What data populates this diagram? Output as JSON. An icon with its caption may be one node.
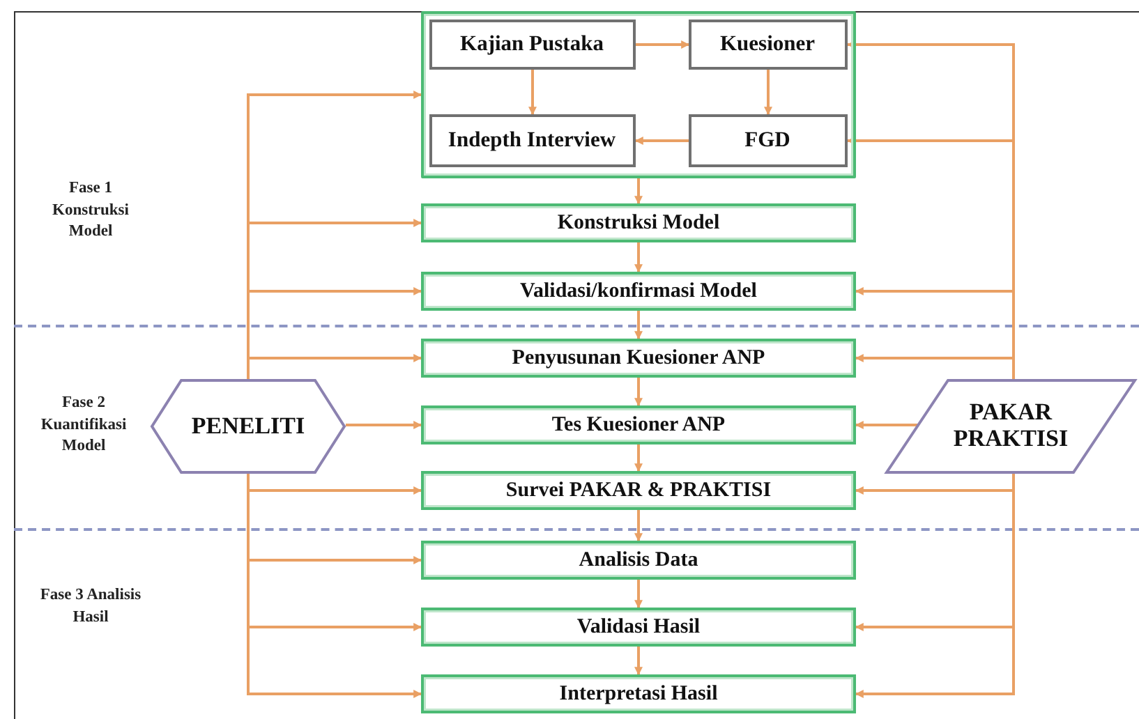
{
  "diagram": {
    "nodes": [
      {
        "text": [],
        "shape": "box"
      },
      {
        "text": [
          "Kajian Pustaka"
        ],
        "in": 0
      },
      {
        "text": [
          "Kuesioner"
        ],
        "in": 0
      },
      {
        "text": [
          "Indepth Interview"
        ],
        "in": 0
      },
      {
        "text": [
          "FGD"
        ],
        "in": 0
      },
      {
        "text": [
          "Konstruksi Model"
        ]
      },
      {
        "text": [
          "Validasi/konfirmasi Model"
        ]
      },
      {
        "text": [
          "Penyusunan Kuesioner ANP"
        ]
      },
      {
        "text": [
          "Tes Kuesioner ANP"
        ]
      },
      {
        "text": [
          "Survei PAKAR & PRAKTISI"
        ]
      },
      {
        "text": [
          "Analisis Data"
        ]
      },
      {
        "text": [
          "Validasi Hasil"
        ]
      },
      {
        "text": [
          "Interpretasi Hasil"
        ]
      },
      {
        "text": [
          "PENELITI"
        ]
      },
      {
        "text": [
          "PAKAR PRAKTISI"
        ]
      }
    ],
    "edges": [
      {
        "from": 1,
        "to": 2,
        "arrow": "to"
      },
      {
        "from": 2,
        "to": 4,
        "arrow": "to"
      },
      {
        "from": 4,
        "to": 3,
        "arrow": "to"
      },
      {
        "from": 1,
        "to": 3,
        "arrow": "to"
      },
      {
        "from": 0,
        "to": 5,
        "arrow": "to"
      },
      {
        "from": 5,
        "to": 6,
        "arrow": "to"
      },
      {
        "from": 6,
        "to": 7,
        "arrow": "to"
      },
      {
        "from": 7,
        "to": 8,
        "arrow": "to"
      },
      {
        "from": 8,
        "to": 9,
        "arrow": "to"
      },
      {
        "from": 9,
        "to": 10,
        "arrow": "to"
      },
      {
        "from": 10,
        "to": 11,
        "arrow": "to"
      },
      {
        "from": 11,
        "to": 12,
        "arrow": "to"
      },
      {
        "from": 13,
        "to": 0,
        "arrow": "to"
      },
      {
        "from": 13,
        "to": 5,
        "arrow": "to"
      },
      {
        "from": 13,
        "to": 6,
        "arrow": "to"
      },
      {
        "from": 13,
        "to": 7,
        "arrow": "to"
      },
      {
        "from": 13,
        "to": 8,
        "arrow": "to"
      },
      {
        "from": 13,
        "to": 9,
        "arrow": "to"
      },
      {
        "from": 13,
        "to": 10,
        "arrow": "to"
      },
      {
        "from": 13,
        "to": 11,
        "arrow": "to"
      },
      {
        "from": 13,
        "to": 12,
        "arrow": "to"
      },
      {
        "from": 14,
        "to": 2,
        "arrow": "to"
      },
      {
        "from": 14,
        "to": 4,
        "arrow": "to"
      },
      {
        "from": 14,
        "to": 6,
        "arrow": "to"
      },
      {
        "from": 14,
        "to": 7,
        "arrow": "to"
      },
      {
        "from": 14,
        "to": 8,
        "arrow": "to"
      },
      {
        "from": 14,
        "to": 9,
        "arrow": "to"
      },
      {
        "from": 14,
        "to": 11,
        "arrow": "to"
      },
      {
        "from": 14,
        "to": 12,
        "arrow": "to"
      }
    ],
    "labels": [
      "Fase 1 Konstruksi Model",
      "Fase 2 Kuantifikasi Model",
      "Fase 3 Analisis Hasil"
    ]
  }
}
